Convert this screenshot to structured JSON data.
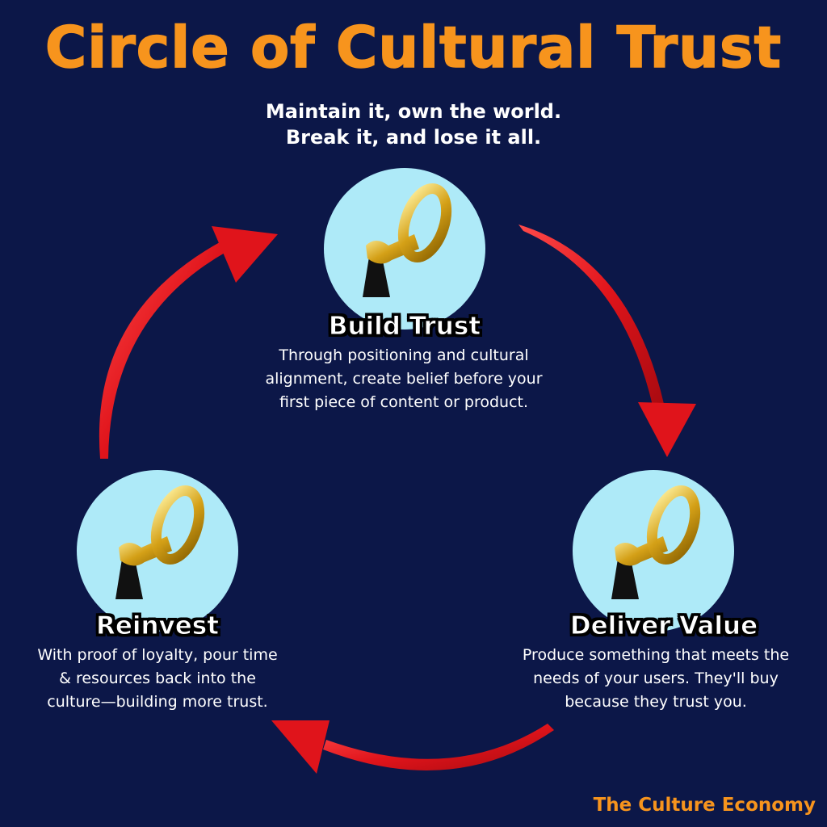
{
  "title": "Circle of Cultural Trust",
  "subtitle_lines": [
    "Maintain it, own the world.",
    "Break it, and lose it all."
  ],
  "colors": {
    "background": "#0c1748",
    "title": "#f7941d",
    "circle": "#aeeaf8",
    "arrow": "#e0141b",
    "key_gold": "#d4a017"
  },
  "nodes": [
    {
      "label": "Build Trust",
      "icon": "key-in-keyhole-icon",
      "desc_lines": [
        "Through positioning and cultural",
        "alignment, create belief before your",
        "first piece of content or product."
      ]
    },
    {
      "label": "Deliver Value",
      "icon": "key-in-keyhole-icon",
      "desc_lines": [
        "Produce something that meets the",
        "needs of your users. They'll buy",
        "because they trust you."
      ]
    },
    {
      "label": "Reinvest",
      "icon": "key-in-keyhole-icon",
      "desc_lines": [
        "With proof of loyalty, pour time",
        "& resources back into the",
        "culture—building more trust."
      ]
    }
  ],
  "brand": "The Culture Economy"
}
